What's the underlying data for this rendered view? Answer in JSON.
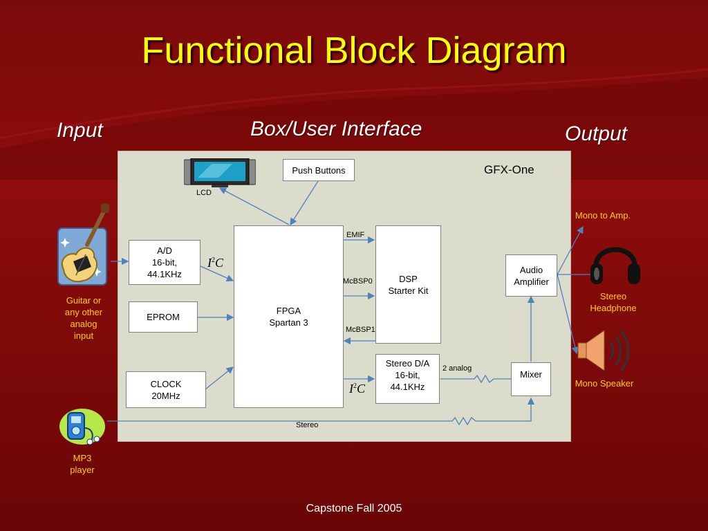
{
  "title": "Functional Block Diagram",
  "headings": {
    "input": "Input",
    "box": "Box/User Interface",
    "output": "Output"
  },
  "panel": {
    "name": "GFX-One"
  },
  "blocks": {
    "push_buttons": "Push Buttons",
    "lcd": "LCD",
    "ad": [
      "A/D",
      "16-bit,",
      "44.1KHz"
    ],
    "eprom": "EPROM",
    "clock": [
      "CLOCK",
      "20MHz"
    ],
    "fpga": [
      "FPGA",
      "Spartan 3"
    ],
    "dsp": [
      "DSP",
      "Starter Kit"
    ],
    "stereo_da": [
      "Stereo D/A",
      "16-bit,",
      "44.1KHz"
    ],
    "audio_amp": [
      "Audio",
      "Amplifier"
    ],
    "mixer": "Mixer"
  },
  "signals": {
    "emif": "EMIF",
    "mcbsp0": "McBSP0",
    "mcbsp1": "McBSP1",
    "analog2": "2 analog",
    "stereo": "Stereo",
    "i2c_base1": "I",
    "i2c_sup": "2",
    "i2c_base2": "C"
  },
  "inputs": {
    "guitar": [
      "Guitar or",
      "any other",
      "analog",
      "input"
    ],
    "mp3": [
      "MP3",
      "player"
    ]
  },
  "outputs": {
    "mono_amp": "Mono to Amp.",
    "headphone": [
      "Stereo",
      "Headphone"
    ],
    "speaker": "Mono Speaker"
  },
  "footer": "Capstone Fall 2005",
  "colors": {
    "title": "#ffff00",
    "label": "#ffd000",
    "panel": "#dcdccc",
    "wire": "#4f81bd"
  }
}
